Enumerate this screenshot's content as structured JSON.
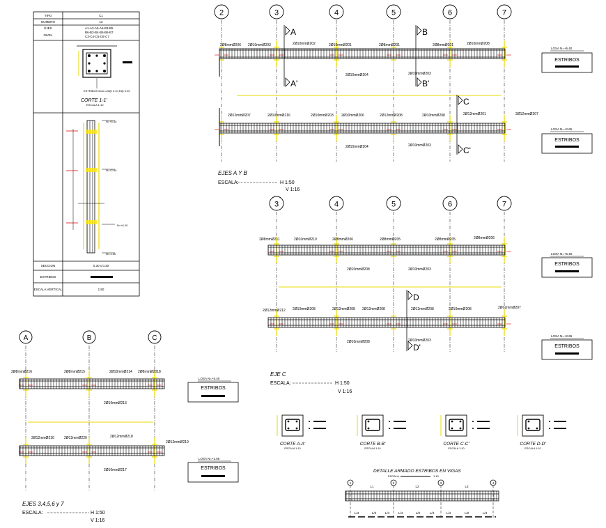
{
  "column_table": {
    "tipo_label": "TIPO",
    "tipo_val": "C1",
    "numero_label": "NUMERO",
    "numero_val": "12",
    "ejes_label": "EJES",
    "ejes_val_1": "A1-A3-A5-A6-B3-B5",
    "ejes_val_2": "B6-B3-B4-B5-B6-B7",
    "ejes_val_3": "C3-C4-C5-C6-C7",
    "nivel_label": "NIVEL",
    "corte_title": "CORTE 1-1'",
    "corte_scale": "ESCALA 1:10",
    "stirrup_note": "ESTRIBOS 8mm c/8@ 0.10,R@ 0.20",
    "seccion_label": "SECCION",
    "seccion_val": "0.30 x 0.30",
    "estribos_label": "ESTRIBOS",
    "escala_label": "ESCALA VERTICAL",
    "escala_val": "1:50",
    "level_1": "N=+5.40",
    "level_2": "N=+2.65",
    "level_3": "N=+0.20",
    "level_4": "N=-1.30"
  },
  "ejes_ab": {
    "axes": [
      "2",
      "3",
      "4",
      "5",
      "6",
      "7"
    ],
    "sec_a": "A",
    "sec_a2": "A'",
    "sec_b": "B",
    "sec_b2": "B'",
    "sec_c": "C",
    "sec_c2": "C'",
    "top_labels": [
      "2Ø8mmØ206",
      "2Ø10mmØ203",
      "2Ø10mmØ202",
      "2Ø10mmØ201",
      "2Ø8mmØ201",
      "2Ø8mmØ201",
      "2Ø10mmØ208"
    ],
    "top_bottom_labels": [
      "2Ø10mmØ204",
      "2Ø10mmØ203"
    ],
    "bot_labels": [
      "2Ø12mmØ207",
      "2Ø10mmØ216",
      "2Ø10mmØ203",
      "2Ø10mmØ206",
      "2Ø12mmØ208",
      "2Ø10mmØ208",
      "2Ø12mmØ201",
      "2Ø12mmØ207"
    ],
    "bot_bottom_labels": [
      "2Ø10mmØ204",
      "2Ø10mmØ203"
    ],
    "losa_1": "LOSA N=+5.40",
    "losa_2": "LOSA N=+2.65",
    "title": "EJES A Y B",
    "escala": "ESCALA:",
    "h": "H 1:50",
    "v": "V 1:16"
  },
  "eje_c": {
    "axes": [
      "3",
      "4",
      "5",
      "6",
      "7"
    ],
    "sec_d": "D",
    "sec_d2": "D'",
    "top_labels": [
      "2Ø8mmØ211",
      "2Ø10mmØ210",
      "2Ø8mmØ206",
      "2Ø8mmØ205",
      "2Ø8mmØ205",
      "2Ø8mmØ206"
    ],
    "top_bottom_labels": [
      "2Ø10mmØ208",
      "2Ø10mmØ203"
    ],
    "bot_labels": [
      "2Ø12mmØ212",
      "2Ø10mmØ208",
      "2Ø12mmØ208",
      "2Ø12mmØ208",
      "2Ø12mmØ208",
      "2Ø10mmØ208",
      "2Ø12mmØ207"
    ],
    "bot_bottom_labels": [
      "2Ø10mmØ208",
      "2Ø10mmØ203"
    ],
    "losa_1": "LOSA N=+5.40",
    "losa_2": "LOSA N=+2.65",
    "title": "EJE C",
    "escala": "ESCALA:",
    "h": "H 1:50",
    "v": "V 1:16"
  },
  "ejes_34567": {
    "axes": [
      "A",
      "B",
      "C"
    ],
    "top_labels": [
      "2Ø8mmØ216",
      "2Ø8mmØ215",
      "2Ø10mmØ214",
      "2Ø8mmØ2018"
    ],
    "top_bottom_labels": [
      "2Ø10mmØ213"
    ],
    "bot_labels": [
      "2Ø12mmØ216",
      "2Ø12mmØ220",
      "2Ø12mmØ218",
      "2Ø12mmØ219"
    ],
    "bot_bottom_labels": [
      "2Ø10mmØ217"
    ],
    "losa_1": "LOSA N=+5.40",
    "losa_2": "LOSA N=+2.65",
    "title": "EJES 3,4,5,6 y 7",
    "escala": "ESCALA:",
    "h": "H 1:50",
    "v": "V 1:16"
  },
  "estribos_label": "ESTRIBOS",
  "cortes": [
    {
      "title": "CORTE A-A'",
      "scale": "ESCALA 1:10"
    },
    {
      "title": "CORTE B-B'",
      "scale": "ESCALA 1:10"
    },
    {
      "title": "CORTE C-C'",
      "scale": "ESCALA 1:10"
    },
    {
      "title": "CORTE D-D'",
      "scale": "ESCALA 1:10"
    }
  ],
  "detalle": {
    "title": "DETALLE ARMADO ESTRIBOS EN VIGAS",
    "escala": "ESCALA",
    "scale": "1:10",
    "axes": [
      "1",
      "2",
      "3",
      "4"
    ],
    "spans": [
      "L1",
      "L2",
      "L3"
    ],
    "dims": [
      "L/4",
      "L/2",
      "L/4",
      "L/4",
      "L/2",
      "L/4",
      "L/4",
      "L/2",
      "L/4"
    ]
  }
}
